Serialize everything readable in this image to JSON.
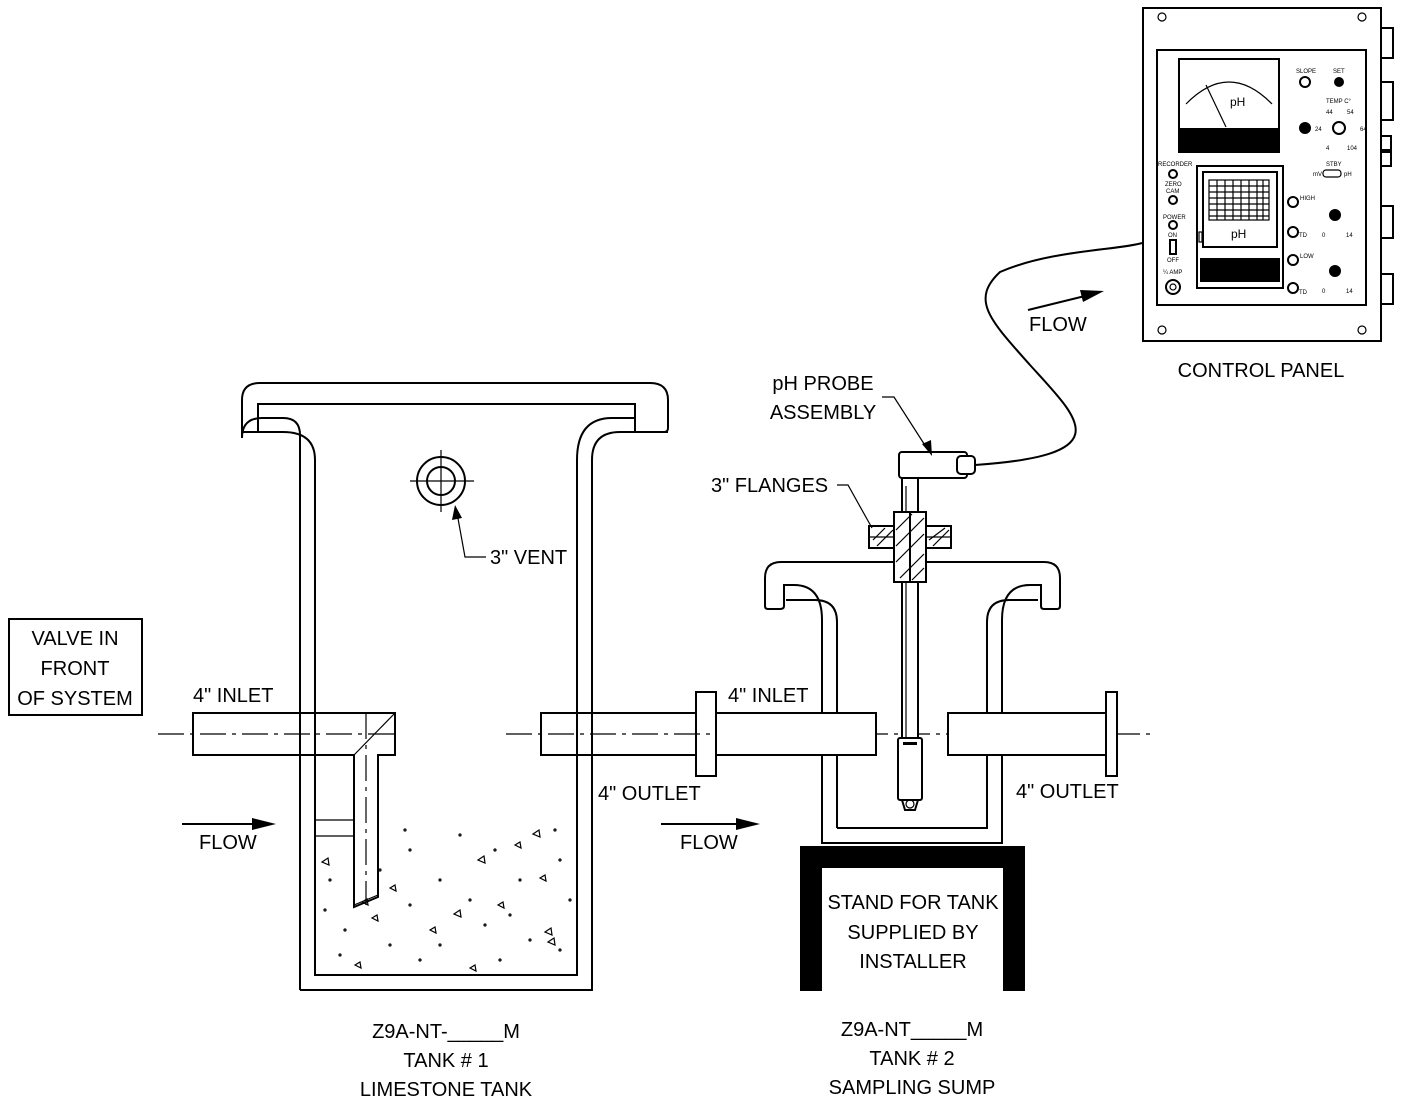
{
  "labels": {
    "valve": [
      "VALVE IN",
      "FRONT",
      "OF SYSTEM"
    ],
    "inlet1": "4\" INLET",
    "inlet2": "4\" INLET",
    "outlet1": "4\" OUTLET",
    "outlet2": "4\" OUTLET",
    "flow1": "FLOW",
    "flow2": "FLOW",
    "flow3": "FLOW",
    "vent": "3\" VENT",
    "flanges": "3\" FLANGES",
    "probe": [
      "pH PROBE",
      "ASSEMBLY"
    ],
    "control_panel": "CONTROL PANEL",
    "stand": [
      "STAND FOR TANK",
      "SUPPLIED BY",
      "INSTALLER"
    ],
    "tank1": [
      "Z9A-NT-_____M",
      "TANK # 1",
      "LIMESTONE TANK"
    ],
    "tank2": [
      "Z9A-NT_____M",
      "TANK # 2",
      "SAMPLING SUMP"
    ]
  },
  "panel": {
    "meter_label": "pH",
    "recorder_label": "pH",
    "slope": "SLOPE",
    "set": "SET",
    "temp": "TEMP C°",
    "temp_scale": [
      "44",
      "54",
      "24",
      "64",
      "4",
      "104"
    ],
    "recorder": "RECORDER",
    "zero": "ZERO",
    "cam": "CAM",
    "power": "POWER",
    "on": "ON",
    "off": "OFF",
    "amp": "¼ AMP",
    "stby": "STBY",
    "mv": "mV",
    "ph_switch": "pH",
    "high": "HIGH",
    "low": "LOW",
    "td1": "TD",
    "td2": "TD",
    "dial_range": [
      "0",
      "14",
      "0",
      "14"
    ]
  }
}
